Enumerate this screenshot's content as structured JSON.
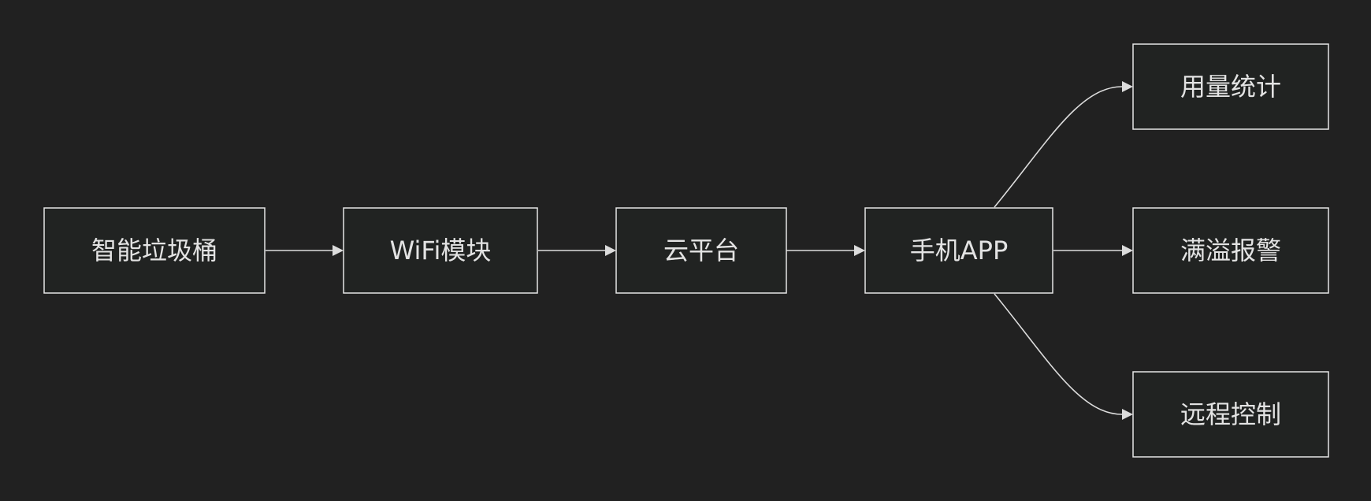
{
  "diagram": {
    "background": "#212121",
    "box_stroke": "#e6e6e6",
    "text_color": "#e3e3e3",
    "edge_color": "#dcdcdc",
    "nodes": {
      "trash_bin": "智能垃圾桶",
      "wifi_module": "WiFi模块",
      "cloud_platform": "云平台",
      "mobile_app": "手机APP",
      "usage_stats": "用量统计",
      "overflow_alarm": "满溢报警",
      "remote_control": "远程控制"
    },
    "edges": [
      {
        "from": "trash_bin",
        "to": "wifi_module"
      },
      {
        "from": "wifi_module",
        "to": "cloud_platform"
      },
      {
        "from": "cloud_platform",
        "to": "mobile_app"
      },
      {
        "from": "mobile_app",
        "to": "usage_stats"
      },
      {
        "from": "mobile_app",
        "to": "overflow_alarm"
      },
      {
        "from": "mobile_app",
        "to": "remote_control"
      }
    ]
  }
}
